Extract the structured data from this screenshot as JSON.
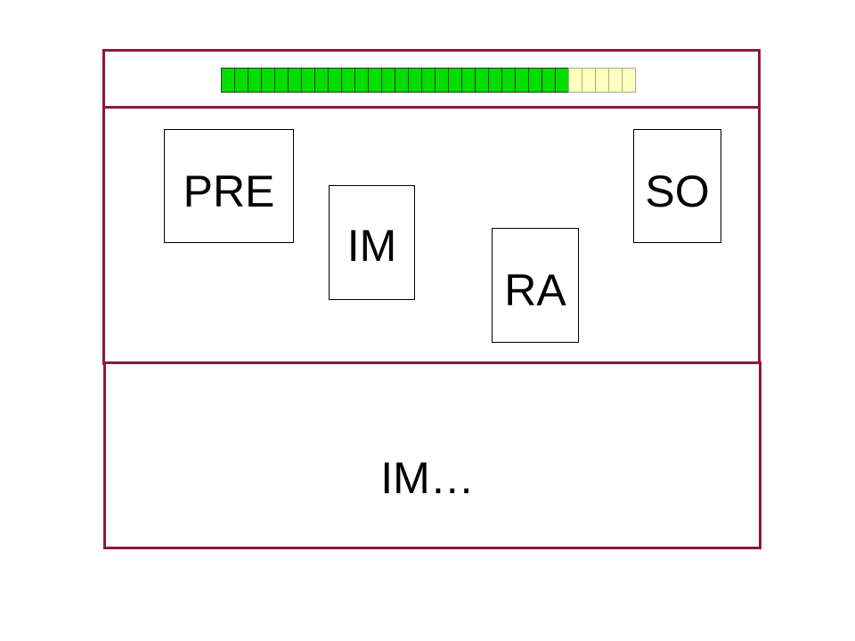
{
  "progress": {
    "completed": 26,
    "total": 31,
    "done_color": "#00dd00",
    "todo_color": "#ffffc0"
  },
  "cards": [
    {
      "id": "pre",
      "label": "PRE"
    },
    {
      "id": "im",
      "label": "IM"
    },
    {
      "id": "ra",
      "label": "RA"
    },
    {
      "id": "so",
      "label": "SO"
    }
  ],
  "answer": {
    "text": "IM…"
  },
  "colors": {
    "frame_border": "#8b1a3a"
  }
}
